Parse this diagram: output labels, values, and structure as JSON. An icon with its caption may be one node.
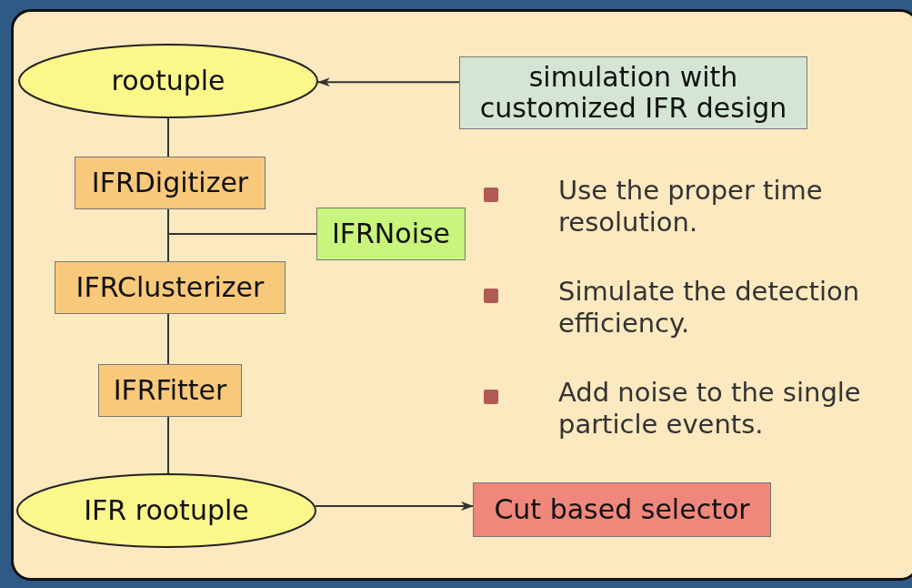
{
  "diagram": {
    "nodes": [
      {
        "text": [
          "rootuple"
        ]
      },
      {
        "text": [
          "simulation with customized IFR design"
        ]
      },
      {
        "text": [
          "IFRDigitizer"
        ]
      },
      {
        "text": [
          "IFRNoise"
        ]
      },
      {
        "text": [
          "IFRClusterizer"
        ]
      },
      {
        "text": [
          "IFRFitter"
        ]
      },
      {
        "text": [
          "IFR rootuple"
        ]
      },
      {
        "text": [
          "Cut based selector"
        ]
      }
    ],
    "edges": [
      {
        "from": 1,
        "to": 0,
        "arrow": "to"
      },
      {
        "from": 0,
        "to": 2,
        "arrow": "none"
      },
      {
        "from": 2,
        "to": 4,
        "arrow": "none"
      },
      {
        "from": 3,
        "to": null,
        "arrow": "none"
      },
      {
        "from": 4,
        "to": 5,
        "arrow": "none"
      },
      {
        "from": 5,
        "to": 6,
        "arrow": "none"
      },
      {
        "from": 6,
        "to": 7,
        "arrow": "to"
      }
    ],
    "labels": [
      "Use the proper time resolution.",
      "Simulate the detection efficiency.",
      "Add noise to the single particle events."
    ]
  }
}
